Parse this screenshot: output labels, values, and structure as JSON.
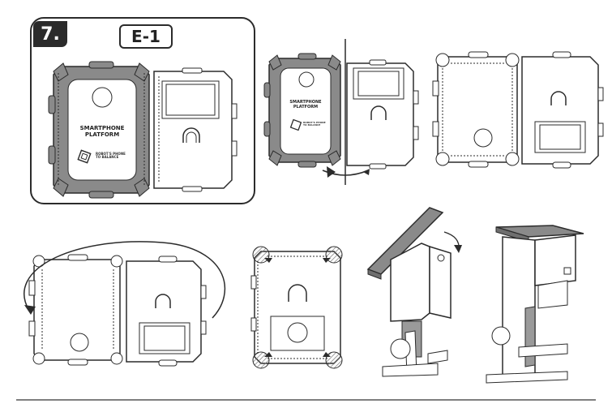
{
  "step": {
    "number": "7."
  },
  "part": {
    "label": "E-1"
  },
  "platform": {
    "title_line1": "SMARTPHONE",
    "title_line2": "PLATFORM",
    "note_line1": "ROBOT'S PHONE",
    "note_line2": "TO BALANCE"
  },
  "colors": {
    "cutout_gray": "#8a8a8a",
    "outline": "#2b2b2b",
    "panel_bg": "#ffffff",
    "rail_gray": "#9a9a9a"
  }
}
